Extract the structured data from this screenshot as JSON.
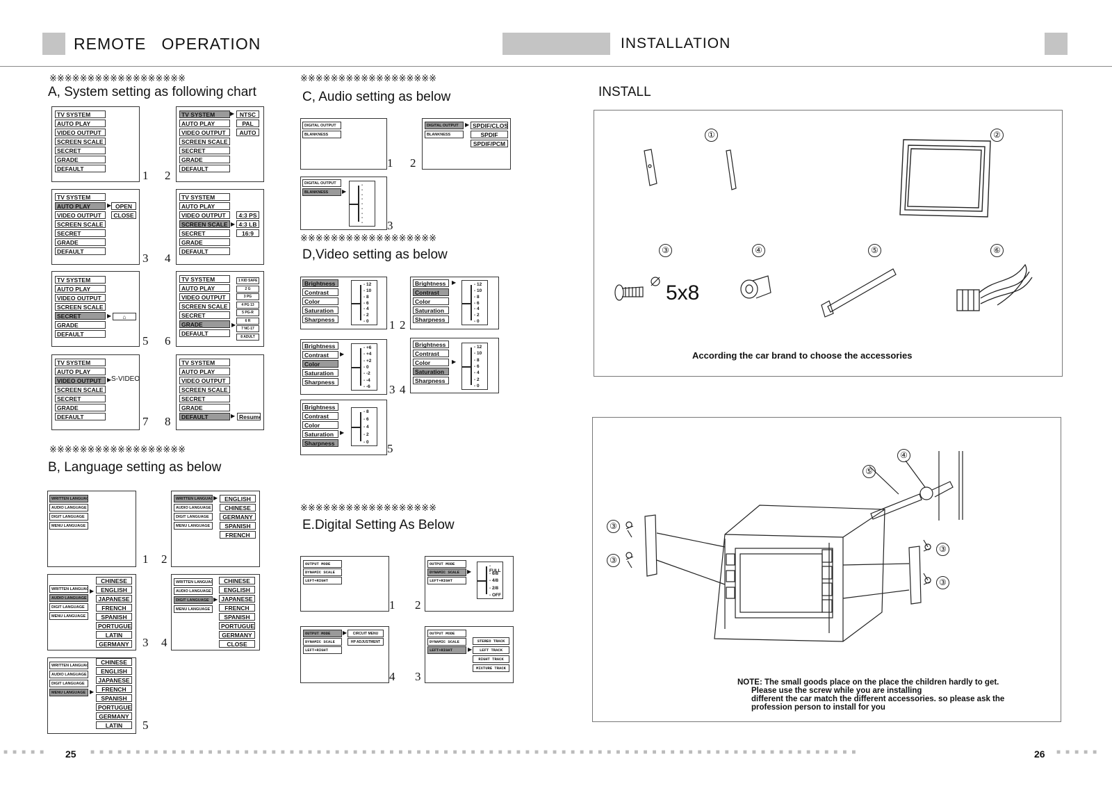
{
  "header": {
    "left_title": "REMOTE   OPERATION",
    "right_title": "INSTALLATION"
  },
  "stars_row": "※※※※※※※※※※※※※※※※※※",
  "sections": {
    "a_title": "A, System setting as following chart",
    "b_title": "B, Language setting as below",
    "c_title": "C, Audio setting as below",
    "d_title": "D,Video setting as below",
    "e_title": "E.Digital Setting As Below"
  },
  "system_menu": [
    "TV SYSTEM",
    "AUTO PLAY",
    "VIDEO OUTPUT",
    "SCREEN SCALE",
    "SECRET",
    "GRADE",
    "DEFAULT"
  ],
  "system_opts": {
    "tv": [
      "NTSC",
      "PAL",
      "AUTO"
    ],
    "auto": [
      "OPEN",
      "CLOSE"
    ],
    "scale": [
      "4:3 PS",
      "4:3 LB",
      "16:9"
    ],
    "video": "S-VIDEO",
    "default": "Resume",
    "grade": [
      "1 KID SAFE",
      "2 G",
      "3 PG",
      "4 PG 13",
      "5 PG-R",
      "6 R",
      "7 NC-17",
      "8 ADULT"
    ]
  },
  "language_menu": [
    "WRITTEN LANGUAGE",
    "AUDIO LANGUAGE",
    "DIGIT LANGUAGE",
    "MENU LANGUAGE"
  ],
  "language_opts": {
    "l2": [
      "ENGLISH",
      "CHINESE",
      "GERMANY",
      "SPANISH",
      "FRENCH"
    ],
    "l3": [
      "CHINESE",
      "ENGLISH",
      "JAPANESE",
      "FRENCH",
      "SPANISH",
      "PORTUGUESE",
      "LATIN",
      "GERMANY"
    ],
    "l4": [
      "CHINESE",
      "ENGLISH",
      "JAPANESE",
      "FRENCH",
      "SPANISH",
      "PORTUGUESE",
      "GERMANY",
      "CLOSE"
    ],
    "l5": [
      "CHINESE",
      "ENGLISH",
      "JAPANESE",
      "FRENCH",
      "SPANISH",
      "PORTUGUESE",
      "GERMANY",
      "LATIN"
    ]
  },
  "audio_menu": [
    "DIGITAL OUTPUT",
    "BLANKNESS"
  ],
  "audio_opts": [
    "SPDIF/CLOSE",
    "SPDIF",
    "SPDIF/PCM"
  ],
  "video_menu": [
    "Brightness",
    "Contrast",
    "Color",
    "Saturation",
    "Sharpness"
  ],
  "video_scale_12": [
    "12",
    "10",
    "8",
    "6",
    "4",
    "2",
    "0"
  ],
  "video_scale_pm": [
    "+6",
    "+4",
    "+2",
    "0",
    "-2",
    "-4",
    "-6"
  ],
  "video_scale_8": [
    "8",
    "6",
    "4",
    "2",
    "0"
  ],
  "digital_menu": [
    "OUTPUT MODE",
    "DYNAMIC SCALE",
    "LEFT+RIGHT"
  ],
  "digital_opts": {
    "d2": [
      "FULL",
      "6/8",
      "4/8",
      "2/8",
      "OFF"
    ],
    "d4": [
      "CIRCUIT MENU",
      "HP ADJUSTMENT"
    ],
    "d3": [
      "STEREO TRACK",
      "LEFT TRACK",
      "RIGHT TRACK",
      "MIXTURE TRACK"
    ]
  },
  "diagram_numbers": [
    "1",
    "2",
    "3",
    "4",
    "5",
    "6",
    "7",
    "8"
  ],
  "install": {
    "title": "INSTALL",
    "part_nums": [
      "①",
      "②",
      "③",
      "④",
      "⑤",
      "⑥"
    ],
    "screw_size": "5x8",
    "caption": "According the car brand to choose the accessories",
    "note_lines": [
      "NOTE: The small goods place on the place the children hardly to get.",
      "Please use the screw while you are installing",
      "different the car match the different accessories. so please ask the",
      "profession person to install for you"
    ]
  },
  "page_numbers": {
    "left": "25",
    "right": "26"
  }
}
